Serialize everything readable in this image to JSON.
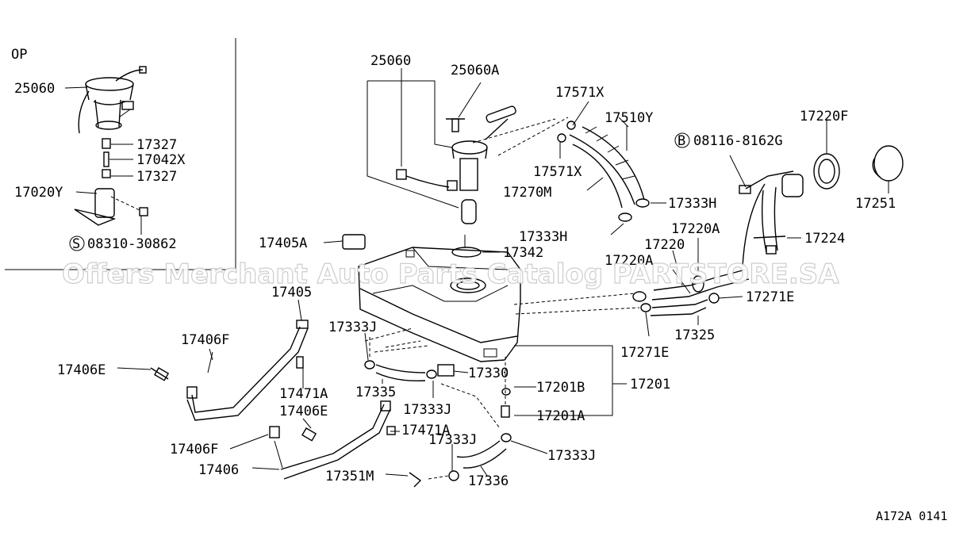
{
  "diagram": {
    "inset_label": "OP",
    "watermark": "Offers Merchant Auto Parts Catalog PARTSTORE.SA",
    "code": "A172A 0141",
    "parts": {
      "p25060_inset": "25060",
      "p17327_a": "17327",
      "p17042x": "17042X",
      "p17327_b": "17327",
      "p17020y": "17020Y",
      "s08310": "08310-30862",
      "p25060": "25060",
      "p25060a": "25060A",
      "p17571x_a": "17571X",
      "p17510y": "17510Y",
      "b08116": "08116-8162G",
      "p17220f": "17220F",
      "p17571x_b": "17571X",
      "p17270m": "17270M",
      "p17333h_a": "17333H",
      "p17251": "17251",
      "p17333h_b": "17333H",
      "p17220a_a": "17220A",
      "p17224": "17224",
      "p17405a": "17405A",
      "p17342": "17342",
      "p17220": "17220",
      "p17220a_b": "17220A",
      "p17405": "17405",
      "p17271e_a": "17271E",
      "p17325": "17325",
      "p17333j_a": "17333J",
      "p17406f_a": "17406F",
      "p17271e_b": "17271E",
      "p17406e_a": "17406E",
      "p17330": "17330",
      "p17201b": "17201B",
      "p17201": "17201",
      "p17335": "17335",
      "p17471a_a": "17471A",
      "p17333j_b": "17333J",
      "p17406e_b": "17406E",
      "p17201a": "17201A",
      "p17471a_b": "17471A",
      "p17333j_c": "17333J",
      "p17406f_b": "17406F",
      "p17333j_d": "17333J",
      "p17406": "17406",
      "p17351m": "17351M",
      "p17336": "17336"
    },
    "circled": {
      "s": "S",
      "b": "B"
    }
  }
}
